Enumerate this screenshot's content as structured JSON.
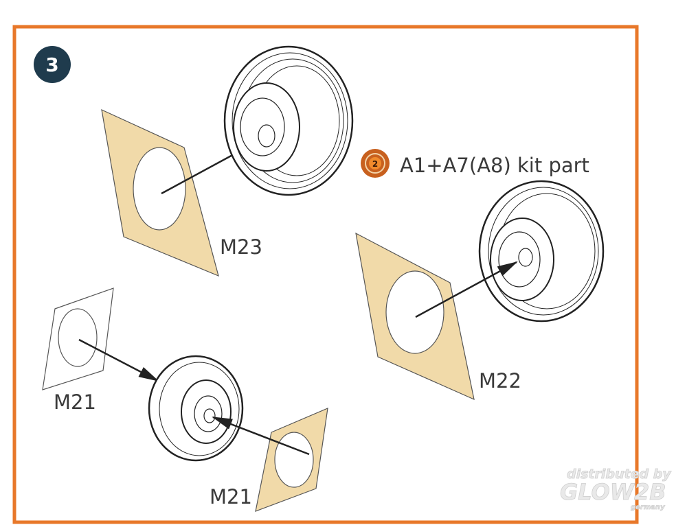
{
  "step": {
    "number": "3"
  },
  "callout": {
    "text": "A1+A7(A8) kit part",
    "icon": "glue-step-icon",
    "icon_number": "2"
  },
  "parts": [
    {
      "label": "M23"
    },
    {
      "label": "M22"
    },
    {
      "label": "M21"
    },
    {
      "label": "M21"
    }
  ],
  "watermark": {
    "line1": "distributed by",
    "line2": "GLOW2B",
    "line3": "germany"
  },
  "colors": {
    "border": "#e8782a",
    "badge": "#1f3b4d",
    "mask": "#f1daa9",
    "line": "#222222"
  }
}
